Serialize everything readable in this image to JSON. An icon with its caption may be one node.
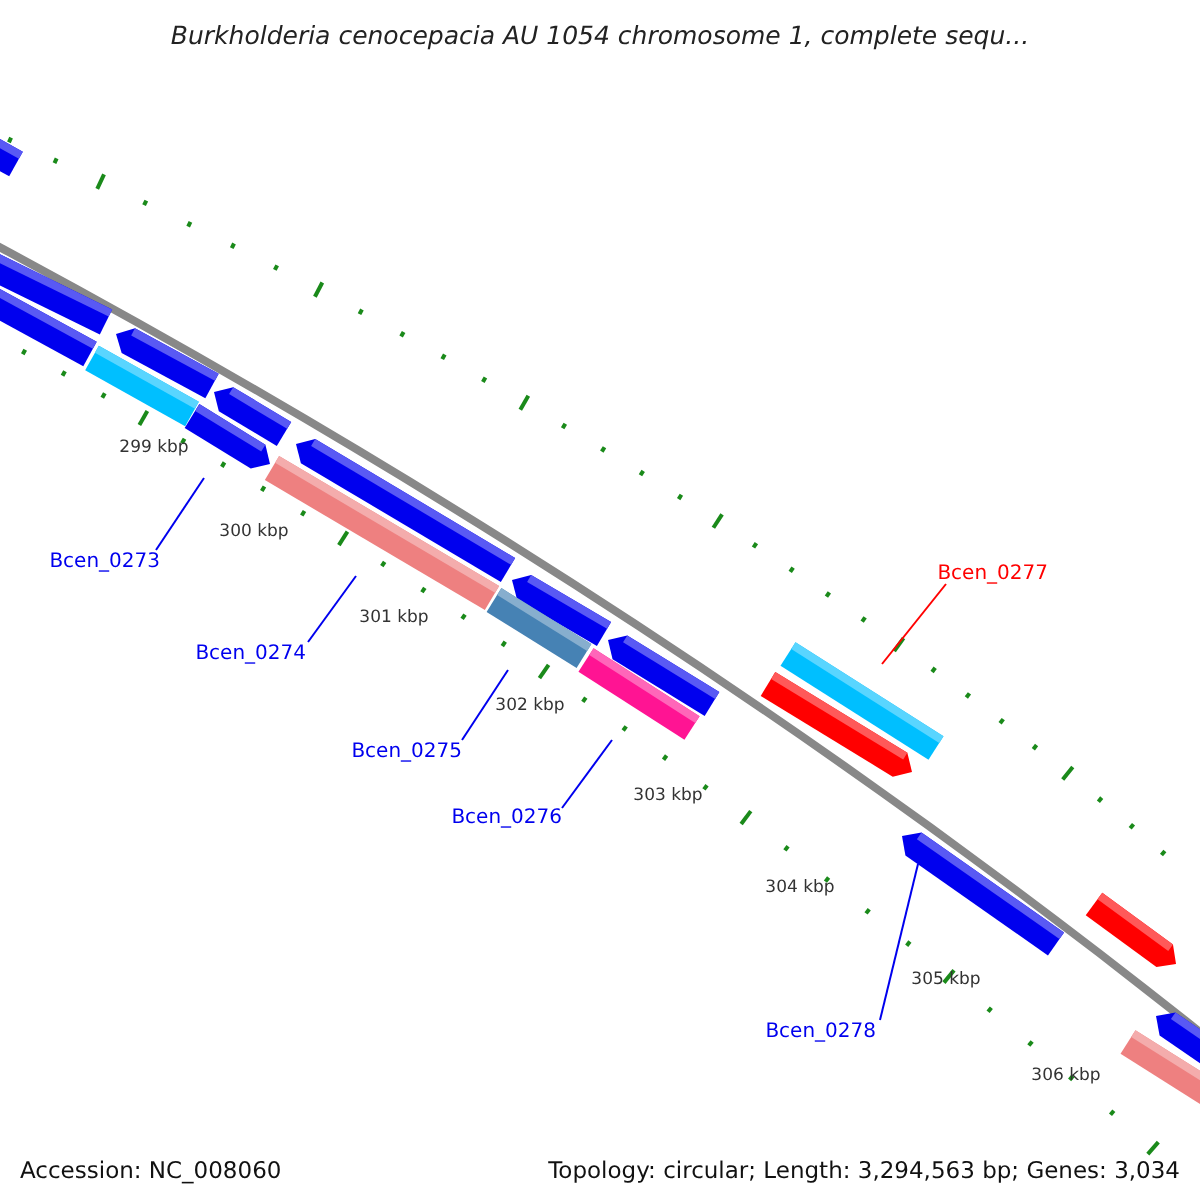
{
  "diagram": {
    "title": "Burkholderia cenocepacia AU 1054 chromosome 1, complete sequ...",
    "nodes": [
      {
        "text": [
          "Bcen_0273"
        ]
      },
      {
        "text": [
          "Bcen_0274"
        ]
      },
      {
        "text": [
          "Bcen_0275"
        ]
      },
      {
        "text": [
          "Bcen_0276"
        ]
      },
      {
        "text": [
          "Bcen_0277"
        ]
      },
      {
        "text": [
          "Bcen_0278"
        ]
      },
      {
        "text": [],
        "shape": "arrow"
      },
      {
        "text": [],
        "shape": "box"
      },
      {
        "text": [],
        "shape": "box"
      },
      {
        "text": [],
        "shape": "box"
      },
      {
        "text": [],
        "shape": "box"
      },
      {
        "text": [],
        "shape": "arrow"
      }
    ],
    "edges": [
      {
        "from": 0,
        "to": 6,
        "arrow": "none"
      },
      {
        "from": 1,
        "to": 7,
        "arrow": "none"
      },
      {
        "from": 2,
        "to": 8,
        "arrow": "none"
      },
      {
        "from": 3,
        "to": 9,
        "arrow": "none"
      },
      {
        "from": 4,
        "to": 10,
        "arrow": "none",
        "color": "#ff0000"
      },
      {
        "from": 5,
        "to": 11,
        "arrow": "none"
      }
    ],
    "labels": [
      "299 kbp",
      "300 kbp",
      "301 kbp",
      "302 kbp",
      "303 kbp",
      "304 kbp",
      "305 kbp",
      "306 kbp",
      "Accession: NC_008060",
      "Topology: circular; Length: 3,294,563 bp; Genes: 3,034"
    ]
  }
}
